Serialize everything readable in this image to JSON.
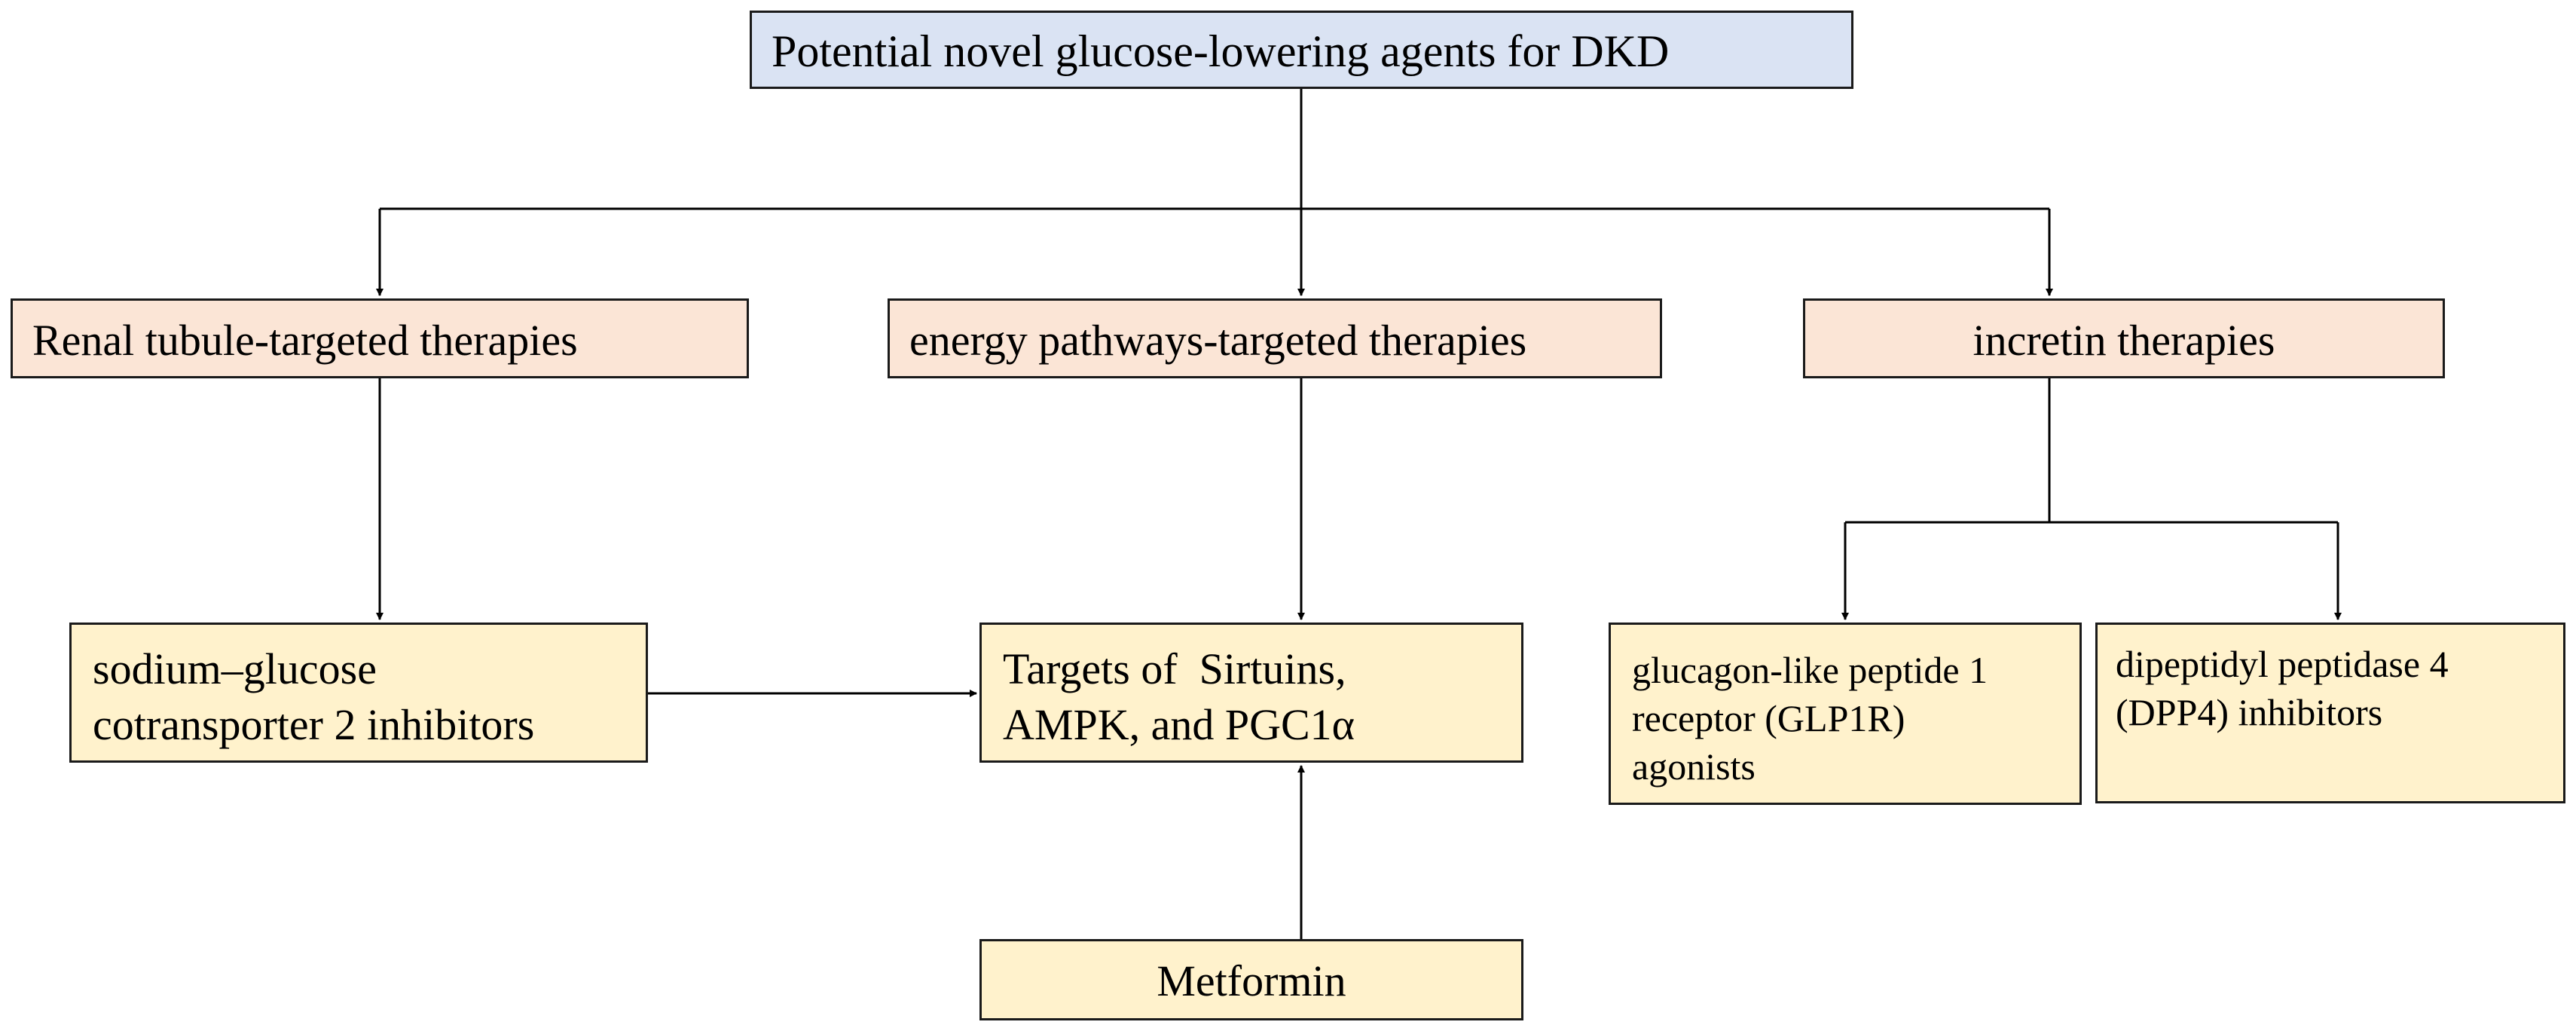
{
  "diagram": {
    "root": {
      "label": "Potential novel glucose-lowering agents for DKD"
    },
    "categories": [
      {
        "label": "Renal tubule-targeted therapies"
      },
      {
        "label": "energy pathways-targeted therapies"
      },
      {
        "label": "incretin therapies"
      }
    ],
    "items": {
      "sglt2": {
        "lines": [
          "sodium–glucose",
          "cotransporter 2 inhibitors"
        ]
      },
      "targets": {
        "lines": [
          "Targets of  Sirtuins,",
          "AMPK, and PGC1α"
        ]
      },
      "metformin": {
        "label": "Metformin"
      },
      "glp1r": {
        "lines": [
          "glucagon-like peptide 1",
          "receptor (GLP1R)",
          "agonists"
        ]
      },
      "dpp4": {
        "lines": [
          "dipeptidyl peptidase 4",
          "(DPP4) inhibitors"
        ]
      }
    },
    "colors": {
      "root_fill": "#dae3f3",
      "category_fill": "#fbe5d6",
      "item_fill": "#fff2cc",
      "border": "#1a1a1a",
      "connector": "#000000"
    }
  }
}
